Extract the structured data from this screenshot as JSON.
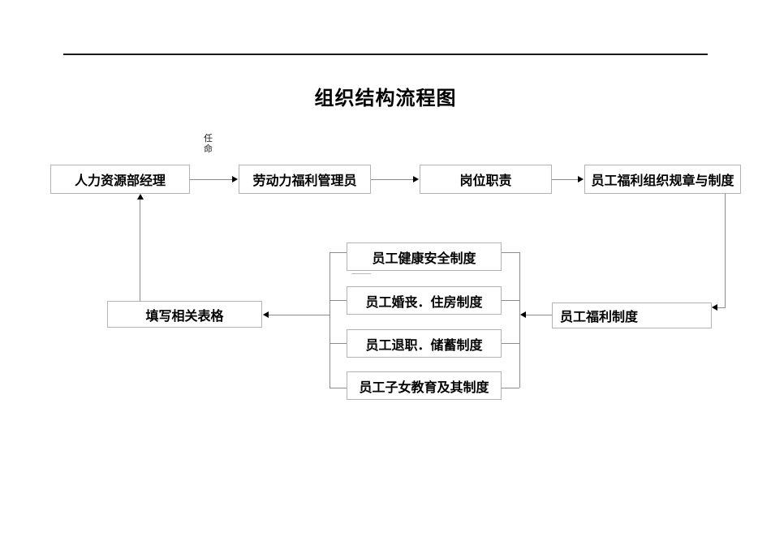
{
  "page": {
    "title": "组织结构流程图",
    "background": "#ffffff"
  },
  "flowchart": {
    "appointment_label": "任命",
    "nodes": {
      "hr_manager": {
        "label": "人力资源部经理"
      },
      "welfare_admin": {
        "label": "劳动力福利管理员"
      },
      "job_duties": {
        "label": "岗位职责"
      },
      "welfare_org_rules": {
        "label": "员工福利组织规章与制度"
      },
      "welfare_system": {
        "label": "员工福利制度"
      },
      "fill_forms": {
        "label": "填写相关表格"
      },
      "health_safety": {
        "label": "员工健康安全制度"
      },
      "marriage_housing": {
        "label": "员工婚丧．住房制度"
      },
      "retirement_savings": {
        "label": "员工退职．储蓄制度"
      },
      "children_education": {
        "label": "员工子女教育及其制度"
      }
    },
    "colors": {
      "box_border": "#b3b3b3",
      "connector": "#8c8c8c",
      "arrowhead": "#000000",
      "text": "#000000",
      "divider": "#1a1a1a"
    }
  }
}
